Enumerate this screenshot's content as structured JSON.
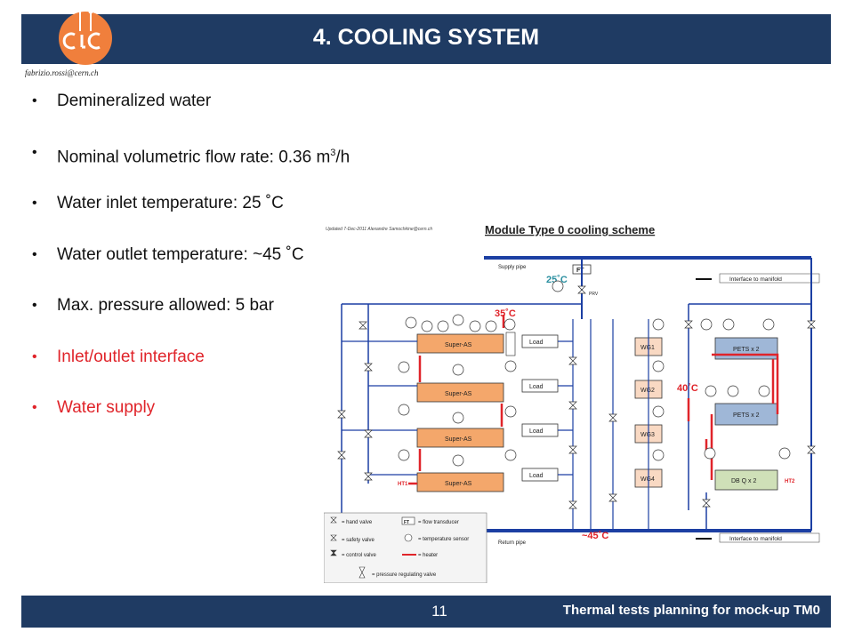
{
  "slide": {
    "title": "4. COOLING SYSTEM",
    "email": "fabrizio.rossi@cern.ch",
    "logo_text": "CLIC",
    "page_number": "11",
    "footer": "Thermal tests planning for mock-up TM0"
  },
  "bullets": [
    {
      "text": "Demineralized water"
    },
    {
      "text_pre": "Nominal volumetric flow rate: 0.36 m",
      "sup": "3",
      "text_post": "/h"
    },
    {
      "text": "Water inlet temperature: 25 ˚C"
    },
    {
      "text": "Water outlet temperature: ~45 ˚C"
    },
    {
      "text": "Max. pressure allowed: 5 bar"
    },
    {
      "text": "Inlet/outlet interface",
      "color": "#e0242a"
    },
    {
      "text": "Water supply",
      "color": "#e0242a"
    }
  ],
  "diagram": {
    "title": "Module Type 0 cooling scheme",
    "updated": "Updated 7-Dec-2011     Alexandre Samochkine@cern.ch",
    "supply_pipe": "Supply pipe",
    "return_pipe": "Return pipe",
    "interface_label": "Interface to manifold",
    "temp_25": "25˚C",
    "temp_35": "35˚C",
    "temp_40": "40˚C",
    "temp_45": "~45˚C",
    "ft": "FT",
    "prv": "PRV",
    "super_as": "Super-AS",
    "load": "Load",
    "wg": [
      "WG1",
      "WG2",
      "WG3",
      "WG4"
    ],
    "pets": "PETS x 2",
    "dbq": "DB Q x 2",
    "ht1": "HT1",
    "ht2": "HT2",
    "legend": {
      "hand_valve": "= hand valve",
      "safety_valve": "= safety valve",
      "control_valve": "= control valve",
      "flow_transducer": "= flow transducer",
      "temperature_sensor": "= temperature sensor",
      "heater": "= heater",
      "pressure_regulating_valve": "= pressure regulating valve"
    }
  }
}
